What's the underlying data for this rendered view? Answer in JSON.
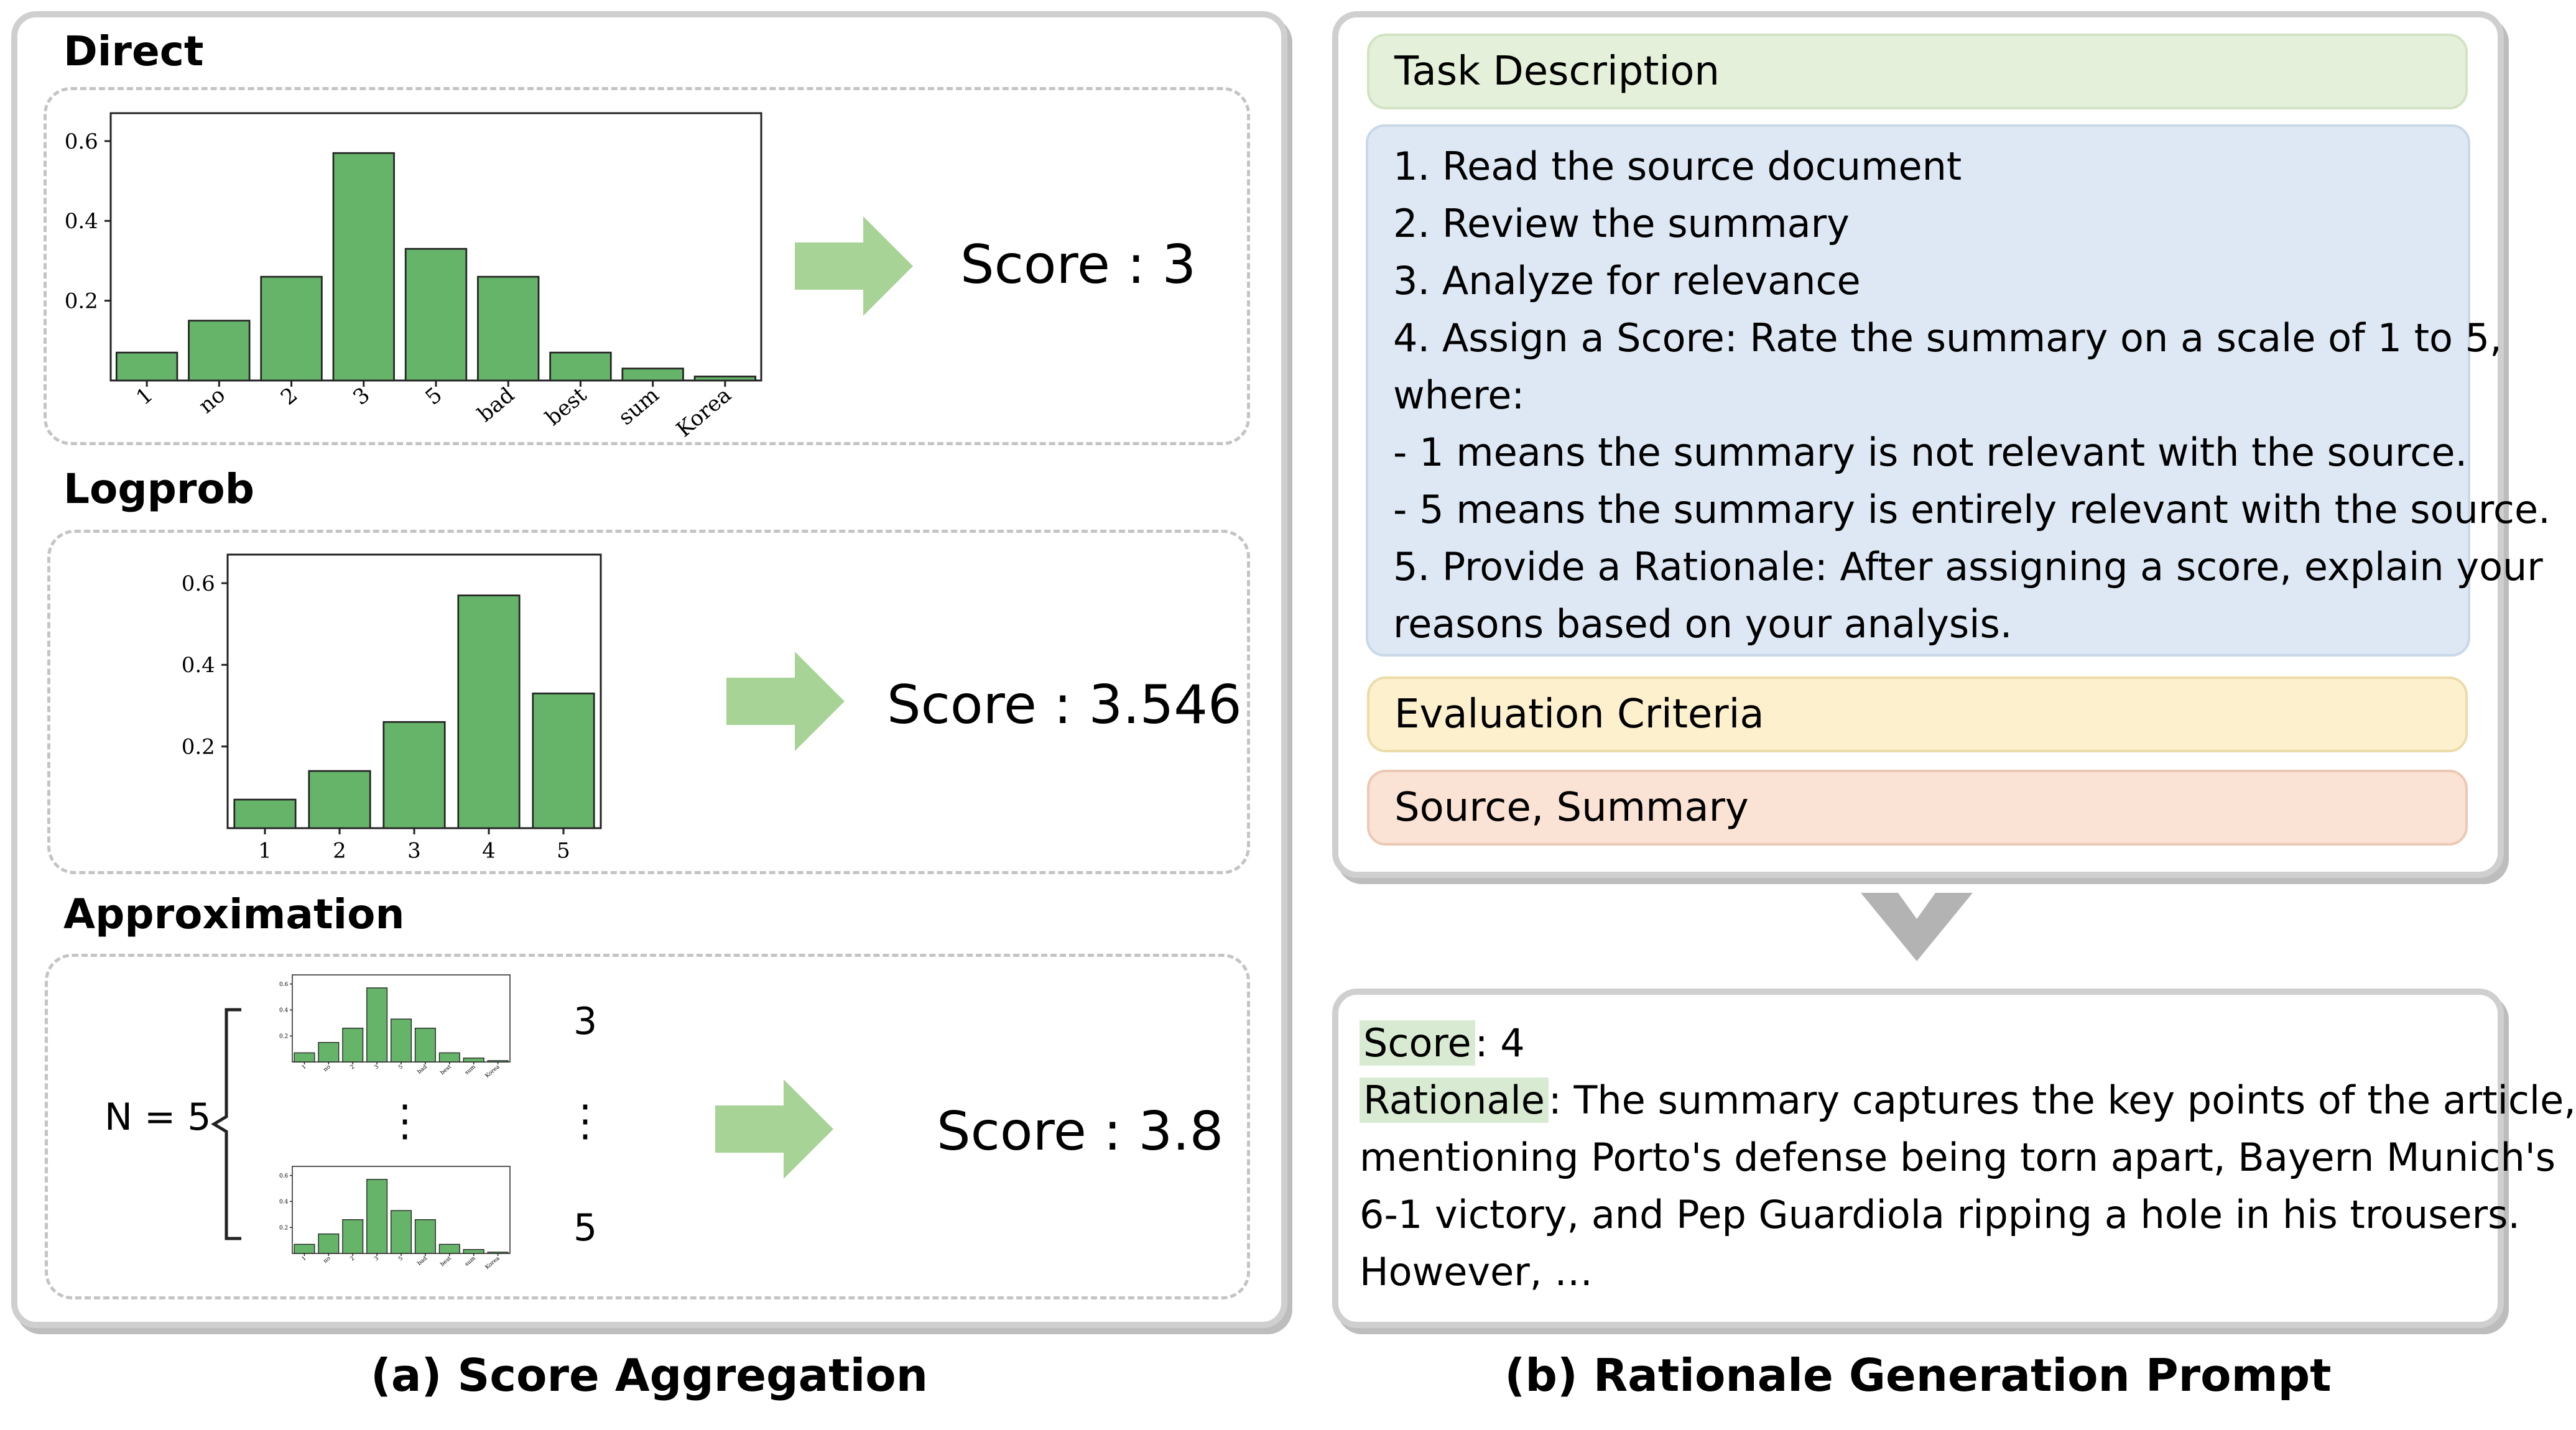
{
  "left_panel": {
    "caption": "(a) Score Aggregation",
    "direct": {
      "title": "Direct",
      "score_label": "Score : 3"
    },
    "logprob": {
      "title": "Logprob",
      "score_label": "Score : 3.546"
    },
    "approximation": {
      "title": "Approximation",
      "n_label": "N = 5",
      "sample_scores": [
        "3",
        "5"
      ],
      "score_label": "Score : 3.8"
    }
  },
  "right_panel": {
    "caption": "(b) Rationale Generation Prompt",
    "task_description": "Task Description",
    "steps": [
      "1. Read the source document",
      "2. Review the summary",
      "3. Analyze for relevance",
      "4. Assign a Score: Rate the summary on a scale of 1 to 5,",
      "where:",
      "- 1 means the summary is not relevant with the source.",
      "- 5 means the summary is entirely relevant with the source.",
      "5. Provide a Rationale: After assigning a score, explain your",
      "reasons based on your analysis."
    ],
    "evaluation_criteria": "Evaluation Criteria",
    "source_summary": "Source, Summary",
    "output": {
      "score_key": "Score",
      "score_value": ": 4",
      "rationale_key": "Rationale",
      "rationale_first": ": The summary captures the key points of the article,",
      "rationale_lines": [
        "mentioning Porto's defense being torn apart, Bayern Munich's",
        "6-1 victory, and Pep Guardiola ripping a hole in his trousers.",
        "However, …"
      ]
    }
  },
  "colors": {
    "bar": "#66b36a",
    "arrow": "#a8d396",
    "task_bg": "#e4f0d9",
    "steps_bg": "#dde8f4",
    "criteria_bg": "#fdf0cd",
    "source_bg": "#fae2d4",
    "highlight": "#d8ebd2",
    "panel_border": "#cfcfcf"
  },
  "chart_data": [
    {
      "type": "bar",
      "categories": [
        "1",
        "no",
        "2",
        "3",
        "5",
        "bad",
        "best",
        "sum",
        "Korea"
      ],
      "values": [
        0.07,
        0.15,
        0.26,
        0.57,
        0.33,
        0.26,
        0.07,
        0.03,
        0.01
      ],
      "yticks": [
        "0.2",
        "0.4",
        "0.6"
      ],
      "ylim": [
        0,
        0.67
      ]
    },
    {
      "type": "bar",
      "categories": [
        "1",
        "2",
        "3",
        "4",
        "5"
      ],
      "values": [
        0.07,
        0.14,
        0.26,
        0.57,
        0.33
      ],
      "yticks": [
        "0.2",
        "0.4",
        "0.6"
      ],
      "ylim": [
        0,
        0.67
      ]
    }
  ]
}
